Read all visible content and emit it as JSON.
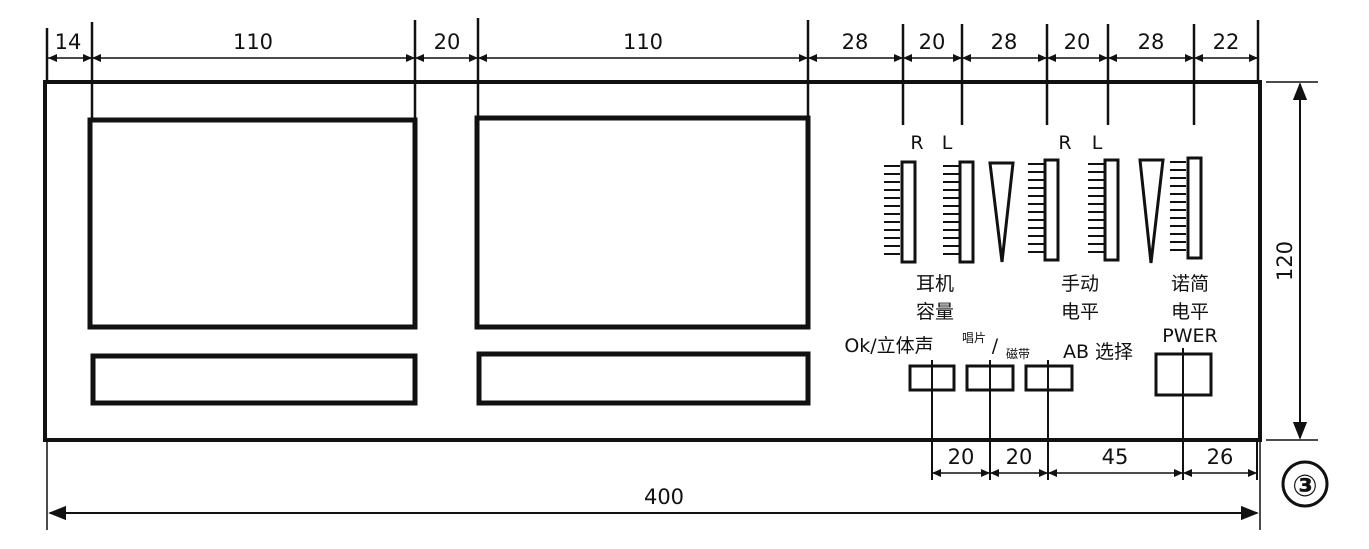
{
  "colors": {
    "ink": "#111111",
    "paper": "#ffffff"
  },
  "top_dimensions": [
    "14",
    "110",
    "20",
    "110",
    "28",
    "20",
    "28",
    "20",
    "28",
    "22"
  ],
  "right_dimension": "120",
  "bottom_dimensions": [
    "20",
    "20",
    "45",
    "26"
  ],
  "total_width": "400",
  "figure_number": "③",
  "channel_labels": {
    "r1": "R",
    "l1": "L",
    "r2": "R",
    "l2": "L"
  },
  "controls": {
    "headphone_volume": [
      "耳机",
      "容量"
    ],
    "manual_level": [
      "手动",
      "电平"
    ],
    "auto_level": [
      "诺简",
      "电平"
    ],
    "power": "PWER"
  },
  "switches": {
    "ok_stereo": "Ok/立体声",
    "record_mode": [
      "唱片",
      "磁带"
    ],
    "record_slash": "/",
    "ab_select": "AB 选择"
  }
}
